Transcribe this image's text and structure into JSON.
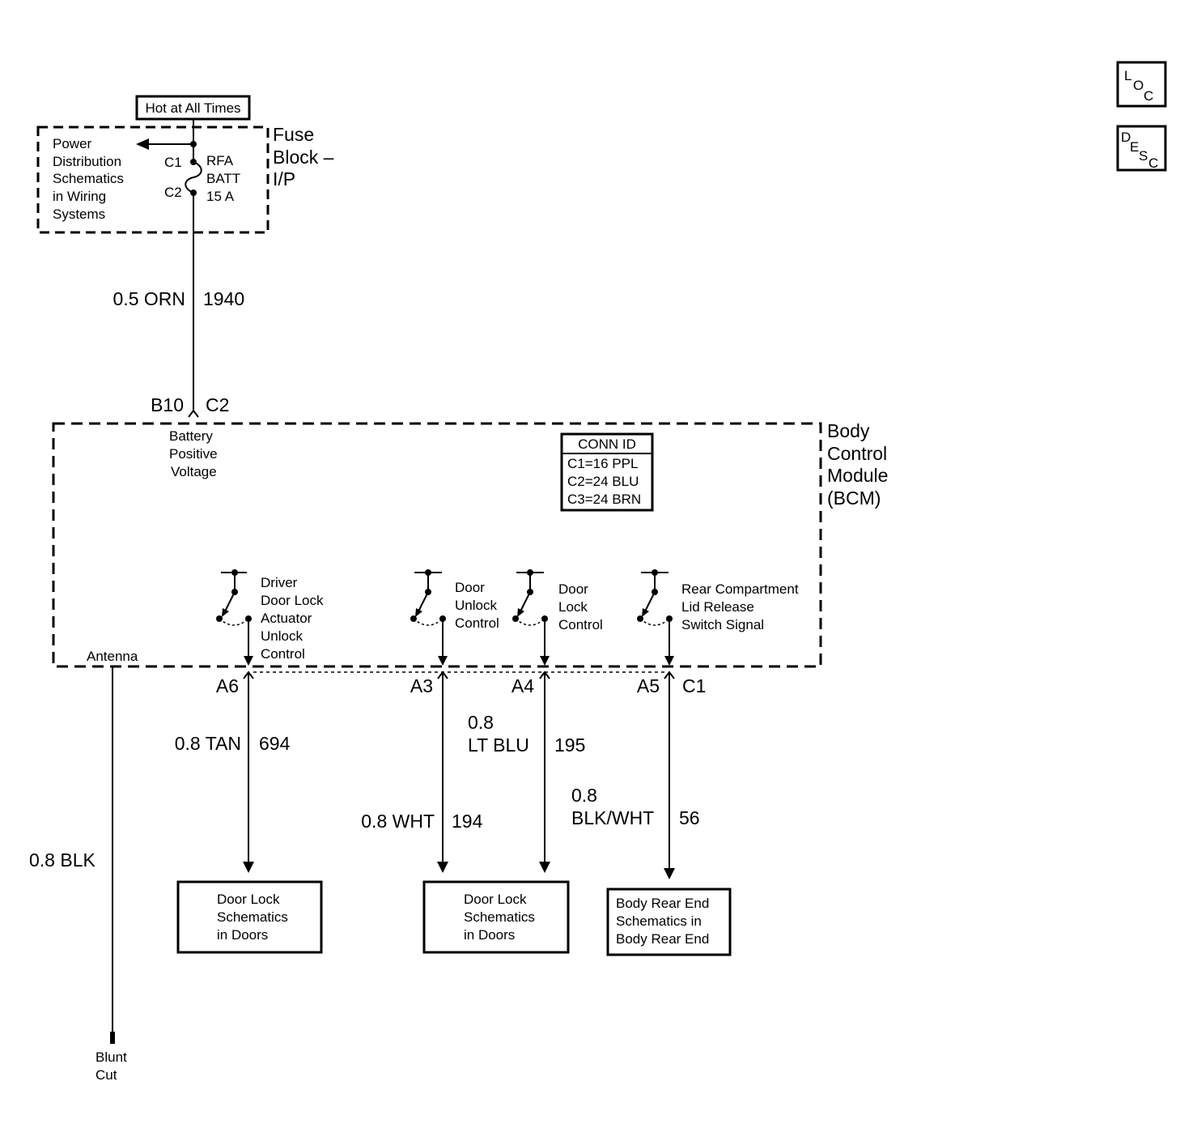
{
  "nav_buttons": {
    "loc": [
      "L",
      "O",
      "C"
    ],
    "desc": [
      "D",
      "E",
      "S",
      "C"
    ]
  },
  "fuse_block": {
    "supply_label": "Hot at All Times",
    "title": [
      "Fuse",
      "Block –",
      "I/P"
    ],
    "power_ref": [
      "Power",
      "Distribution",
      "Schematics",
      "in Wiring",
      "Systems"
    ],
    "fuse_terminal_in": "C1",
    "fuse_terminal_out": "C2",
    "fuse_name": [
      "RFA",
      "BATT",
      "15 A"
    ]
  },
  "supply_wire": {
    "gauge_color": "0.5 ORN",
    "circuit": "1940"
  },
  "bcm_input": {
    "pin": "B10",
    "connector": "C2",
    "function": [
      "Battery",
      "Positive",
      "Voltage"
    ]
  },
  "bcm": {
    "title": [
      "Body",
      "Control",
      "Module",
      "(BCM)"
    ],
    "conn_id": {
      "header": "CONN ID",
      "rows": [
        "C1=16 PPL",
        "C2=24 BLU",
        "C3=24 BRN"
      ]
    },
    "antenna_label": "Antenna"
  },
  "switches": [
    {
      "label": [
        "Driver",
        "Door Lock",
        "Actuator",
        "Unlock",
        "Control"
      ],
      "pin": "A6",
      "connector": "",
      "gauge_color": [
        "0.8 TAN"
      ],
      "circuit": "694"
    },
    {
      "label": [
        "Door",
        "Unlock",
        "Control"
      ],
      "pin": "A3",
      "connector": "",
      "gauge_color": [
        "0.8 WHT"
      ],
      "circuit": "194"
    },
    {
      "label": [
        "Door",
        "Lock",
        "Control"
      ],
      "pin": "A4",
      "connector": "",
      "gauge_color": [
        "0.8",
        "LT BLU"
      ],
      "circuit": "195"
    },
    {
      "label": [
        "Rear Compartment",
        "Lid Release",
        "Switch Signal"
      ],
      "pin": "A5",
      "connector": "C1",
      "gauge_color": [
        "0.8",
        "BLK/WHT"
      ],
      "circuit": "56"
    }
  ],
  "destinations": [
    {
      "text": [
        "Door Lock",
        "Schematics",
        "in Doors"
      ]
    },
    {
      "text": [
        "Door Lock",
        "Schematics",
        "in Doors"
      ]
    },
    {
      "text": [
        "Body Rear End",
        "Schematics in",
        "Body Rear End"
      ]
    }
  ],
  "antenna_wire": {
    "gauge_color": "0.8 BLK",
    "end_label": [
      "Blunt",
      "Cut"
    ]
  }
}
